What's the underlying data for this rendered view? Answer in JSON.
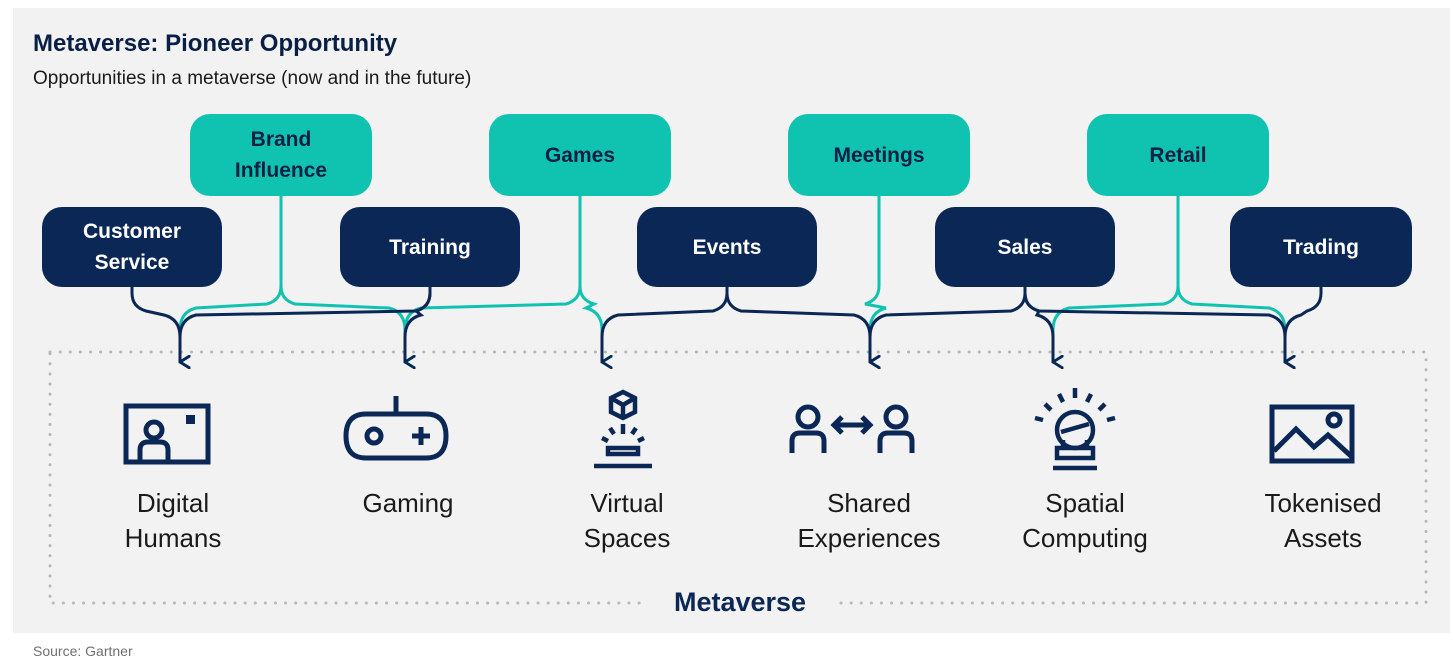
{
  "title": "Metaverse: Pioneer Opportunity",
  "subtitle": "Opportunities in a metaverse (now and in the future)",
  "metaverse_label": "Metaverse",
  "source": "Source: Gartner",
  "colors": {
    "navy": "#0a2756",
    "teal": "#10c3b0",
    "background": "#f2f2f2"
  },
  "opportunities": [
    {
      "label": "Customer\nService",
      "style": "navy"
    },
    {
      "label": "Brand\nInfluence",
      "style": "teal"
    },
    {
      "label": "Training",
      "style": "navy"
    },
    {
      "label": "Games",
      "style": "teal"
    },
    {
      "label": "Events",
      "style": "navy"
    },
    {
      "label": "Meetings",
      "style": "teal"
    },
    {
      "label": "Sales",
      "style": "navy"
    },
    {
      "label": "Retail",
      "style": "teal"
    },
    {
      "label": "Trading",
      "style": "navy"
    }
  ],
  "use_cases": [
    {
      "label": "Digital\nHumans",
      "icon": "digital-human-icon"
    },
    {
      "label": "Gaming",
      "icon": "game-controller-icon"
    },
    {
      "label": "Virtual\nSpaces",
      "icon": "virtual-space-icon"
    },
    {
      "label": "Shared\nExperiences",
      "icon": "shared-experience-icon"
    },
    {
      "label": "Spatial\nComputing",
      "icon": "spatial-computing-icon"
    },
    {
      "label": "Tokenised\nAssets",
      "icon": "image-asset-icon"
    }
  ],
  "links": [
    {
      "from": "Customer\nService",
      "to": "Digital\nHumans"
    },
    {
      "from": "Brand\nInfluence",
      "to": "Digital\nHumans"
    },
    {
      "from": "Brand\nInfluence",
      "to": "Gaming"
    },
    {
      "from": "Training",
      "to": "Digital\nHumans"
    },
    {
      "from": "Training",
      "to": "Gaming"
    },
    {
      "from": "Games",
      "to": "Gaming"
    },
    {
      "from": "Games",
      "to": "Virtual\nSpaces"
    },
    {
      "from": "Events",
      "to": "Virtual\nSpaces"
    },
    {
      "from": "Events",
      "to": "Shared\nExperiences"
    },
    {
      "from": "Meetings",
      "to": "Shared\nExperiences"
    },
    {
      "from": "Sales",
      "to": "Shared\nExperiences"
    },
    {
      "from": "Sales",
      "to": "Spatial\nComputing"
    },
    {
      "from": "Sales",
      "to": "Tokenised\nAssets"
    },
    {
      "from": "Retail",
      "to": "Spatial\nComputing"
    },
    {
      "from": "Retail",
      "to": "Tokenised\nAssets"
    },
    {
      "from": "Trading",
      "to": "Tokenised\nAssets"
    }
  ]
}
